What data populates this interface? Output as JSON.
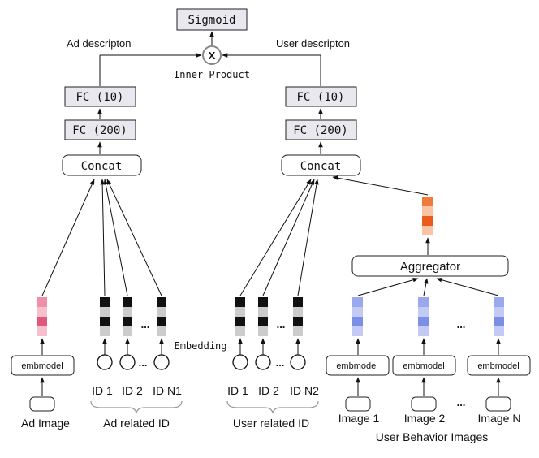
{
  "top": {
    "sigmoid": "Sigmoid",
    "inner_product_symbol": "X",
    "inner_product_label": "Inner Product",
    "ad_description": "Ad descripton",
    "user_description": "User descripton"
  },
  "ad_tower": {
    "fc10": "FC (10)",
    "fc200": "FC (200)",
    "concat": "Concat",
    "embmodel": "embmodel",
    "image_label": "Ad Image",
    "ids": [
      "ID 1",
      "ID 2",
      "ID N1"
    ],
    "ids_group_label": "Ad related ID",
    "ellipsis": "..."
  },
  "user_tower": {
    "fc10": "FC (10)",
    "fc200": "FC (200)",
    "concat": "Concat",
    "aggregator": "Aggregator",
    "embmodel": "embmodel",
    "ids": [
      "ID 1",
      "ID 2",
      "ID N2"
    ],
    "ids_group_label": "User related ID",
    "images": [
      "Image 1",
      "Image 2",
      "Image N"
    ],
    "images_group_label": "User Behavior Images",
    "ellipsis": "..."
  },
  "embedding_label": "Embedding",
  "colors": {
    "ad_image_embedding": [
      "#ef8fa8",
      "#f7c0cf",
      "#e0587e",
      "#f7c0cf"
    ],
    "user_image_embedding": [
      "#9aa8ee",
      "#c3cbf5",
      "#7d8ee6",
      "#c3cbf5"
    ],
    "aggregated_embedding": [
      "#f07a3c",
      "#f9c4a4",
      "#ea5b1c",
      "#f9c4a4"
    ],
    "id_embedding": [
      "#111111",
      "#cccccc",
      "#111111",
      "#cccccc"
    ]
  }
}
